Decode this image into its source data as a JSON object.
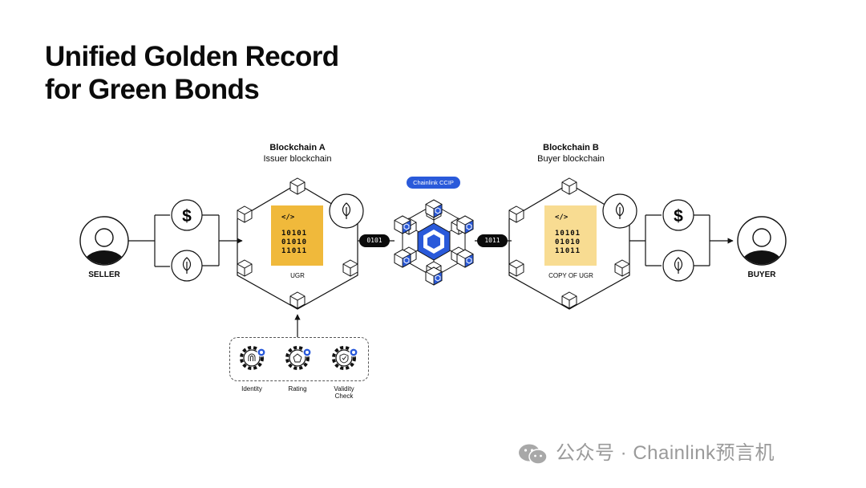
{
  "title": {
    "line1": "Unified Golden Record",
    "line2": "for Green Bonds"
  },
  "seller": {
    "label": "SELLER"
  },
  "buyer": {
    "label": "BUYER"
  },
  "blockchain_a": {
    "name": "Blockchain A",
    "sub": "Issuer blockchain",
    "box_label": "UGR",
    "code_tag": "</>",
    "bits": [
      "10101",
      "01010",
      "11011"
    ],
    "box_color": "#f0b93b"
  },
  "blockchain_b": {
    "name": "Blockchain B",
    "sub": "Buyer blockchain",
    "box_label": "COPY OF UGR",
    "code_tag": "</>",
    "bits": [
      "10101",
      "01010",
      "11011"
    ],
    "box_color": "#f8dc92"
  },
  "ccip": {
    "label": "Chainlink CCIP",
    "accent": "#2a5ada"
  },
  "data_in": "0101",
  "data_out": "1011",
  "checks": [
    {
      "label": "Identity",
      "icon": "fingerprint-icon"
    },
    {
      "label": "Rating",
      "icon": "rating-badge-icon"
    },
    {
      "label": "Validity\nCheck",
      "icon": "shield-check-icon"
    }
  ],
  "asset_icons": {
    "cash": "$"
  },
  "watermark": "公众号 · Chainlink预言机"
}
